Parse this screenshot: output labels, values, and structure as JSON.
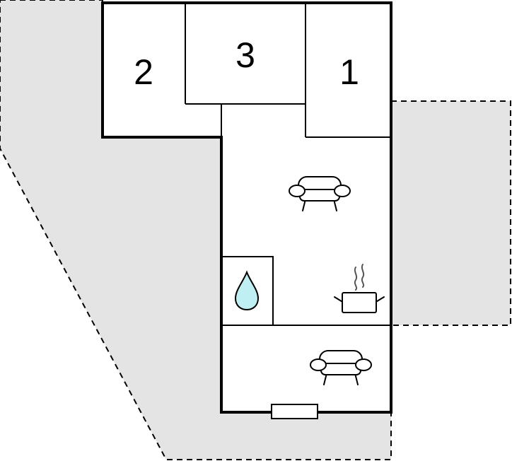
{
  "rooms": [
    {
      "label": "2"
    },
    {
      "label": "3"
    },
    {
      "label": "1"
    }
  ],
  "colors": {
    "terrace_fill": "#e4e4e4",
    "wall": "#000000",
    "water_drop": "#bfeff2"
  },
  "icons": [
    "sofa-icon",
    "sofa-icon",
    "water-drop-icon",
    "cooking-pot-icon",
    "window-icon"
  ]
}
